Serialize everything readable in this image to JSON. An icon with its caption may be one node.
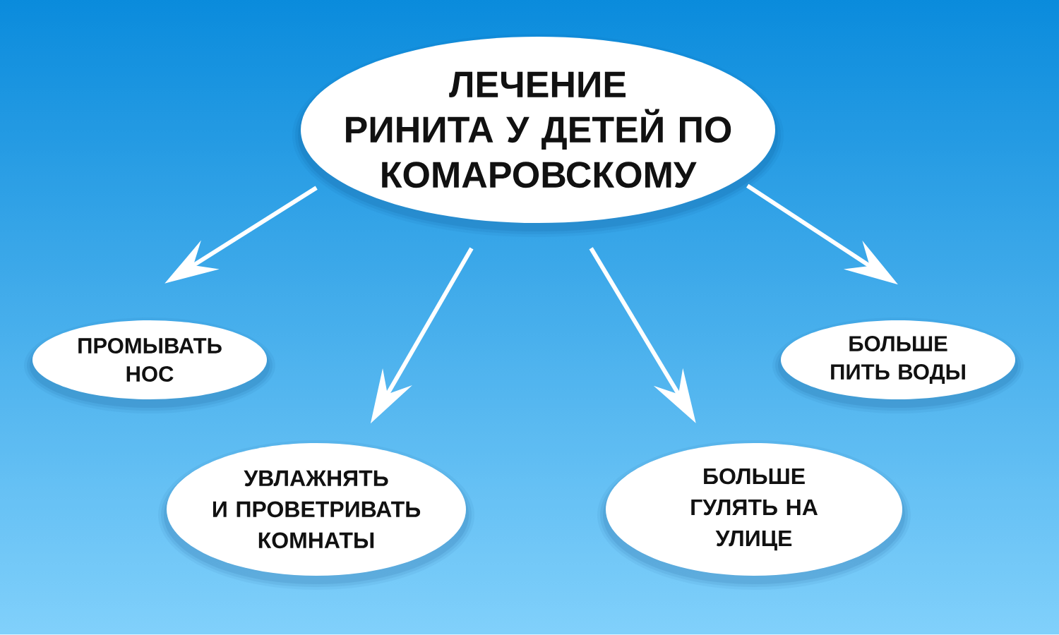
{
  "diagram": {
    "nodes": [
      {
        "text": [
          "ЛЕЧЕНИЕ РИНИТА У ДЕТЕЙ ПО КОМАРОВСКОМУ"
        ]
      },
      {
        "text": [
          "ПРОМЫВАТЬ НОС"
        ]
      },
      {
        "text": [
          "БОЛЬШЕ ПИТЬ ВОДЫ"
        ]
      },
      {
        "text": [
          "УВЛАЖНЯТЬ И ПРОВЕТРИВАТЬ КОМНАТЫ"
        ]
      },
      {
        "text": [
          "БОЛЬШЕ ГУЛЯТЬ НА УЛИЦЕ"
        ]
      }
    ],
    "edges": [
      {
        "from": 0,
        "to": 1,
        "arrow": "to"
      },
      {
        "from": 0,
        "to": 2,
        "arrow": "to"
      },
      {
        "from": 0,
        "to": 3,
        "arrow": "to"
      },
      {
        "from": 0,
        "to": 4,
        "arrow": "to"
      }
    ]
  }
}
